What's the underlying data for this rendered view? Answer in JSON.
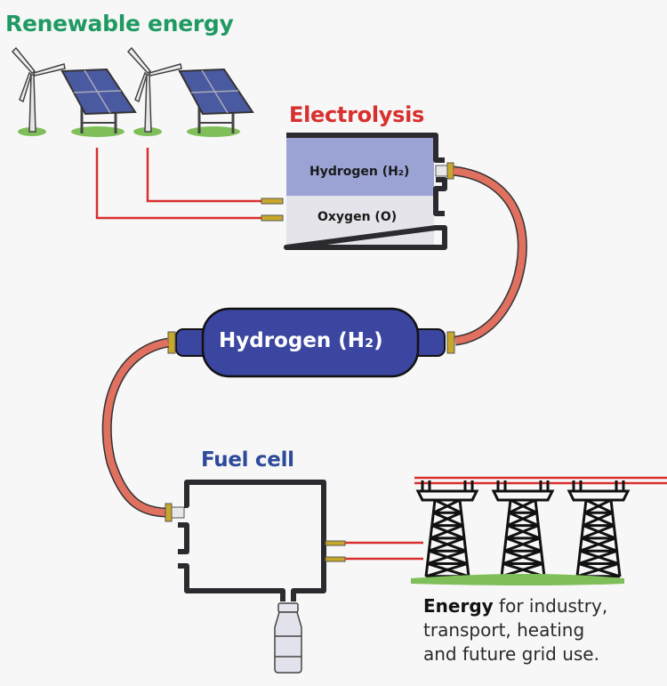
{
  "sections": {
    "renewable": {
      "title": "Renewable energy",
      "color": "#1f9a62"
    },
    "electrolysis": {
      "title": "Electrolysis",
      "color": "#d8302e",
      "upper_chamber": "Hydrogen (H₂)",
      "lower_chamber": "Oxygen (O)",
      "upper_color": "#9aa3d4",
      "lower_color": "#e4e4ea"
    },
    "storage_tank": {
      "label": "Hydrogen (H₂)",
      "color": "#3b46a0"
    },
    "fuel_cell": {
      "title": "Fuel cell",
      "color": "#2e4a9b"
    },
    "output": {
      "bold": "Energy",
      "line1_rest": " for industry,",
      "line2": "transport, heating",
      "line3": "and future grid use."
    }
  },
  "icons": [
    "wind-turbine-icon",
    "solar-panel-icon",
    "pipe-hose-icon",
    "water-bottle-icon",
    "transmission-tower-icon",
    "grass-icon"
  ],
  "colors": {
    "wire": "#d8302e",
    "hose": "#e0705f",
    "outline": "#2b2b2f",
    "grass": "#7fbf5a"
  }
}
